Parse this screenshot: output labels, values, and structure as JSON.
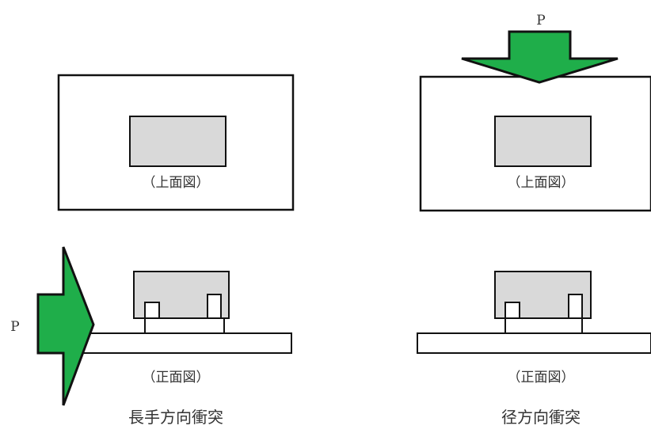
{
  "colors": {
    "background": "#ffffff",
    "outline": "#111111",
    "component_fill": "#d9d9d9",
    "arrow_fill": "#1fae4a",
    "text": "#333333"
  },
  "panels": [
    {
      "id": "longitudinal",
      "top_view_label": "（上面図）",
      "front_view_label": "（正面図）",
      "caption": "長手方向衝突",
      "force_label": "P",
      "force_direction": "horizontal"
    },
    {
      "id": "radial",
      "top_view_label": "（上面図）",
      "front_view_label": "（正面図）",
      "caption": "径方向衝突",
      "force_label": "P",
      "force_direction": "vertical"
    }
  ]
}
